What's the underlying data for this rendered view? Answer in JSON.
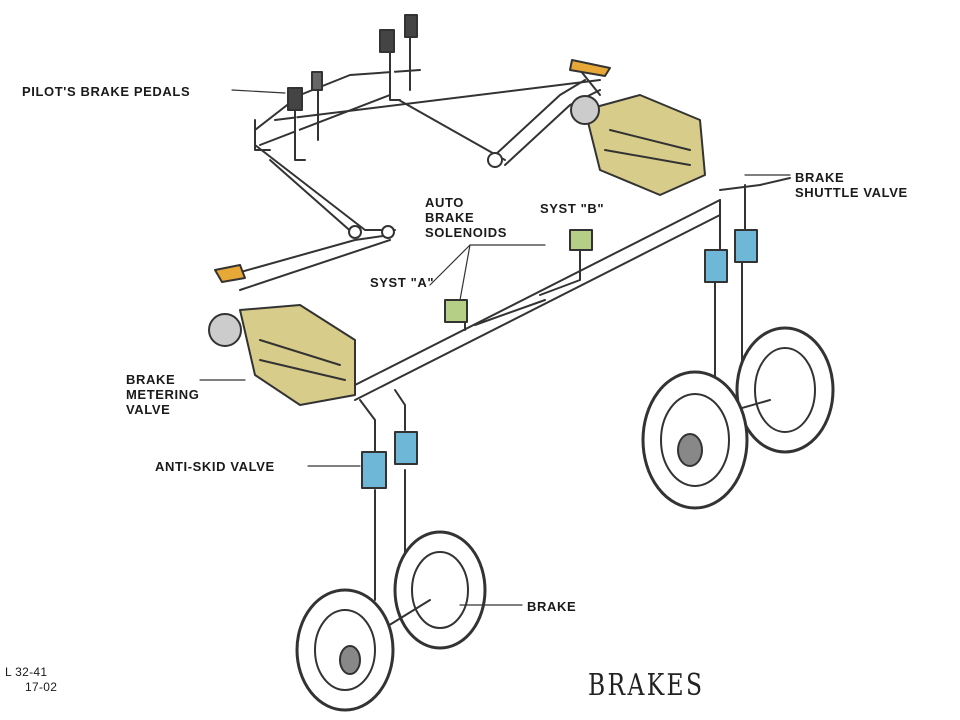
{
  "labels": {
    "pilots_brake_pedals": "PILOT'S BRAKE PEDALS",
    "auto_brake_solenoids": [
      "AUTO",
      "BRAKE",
      "SOLENOIDS"
    ],
    "syst_b": "SYST \"B\"",
    "syst_a": "SYST \"A\"",
    "brake_shuttle_valve": [
      "BRAKE",
      "SHUTTLE VALVE"
    ],
    "brake_metering_valve": [
      "BRAKE",
      "METERING",
      "VALVE"
    ],
    "anti_skid_valve": "ANTI-SKID VALVE",
    "brake": "BRAKE"
  },
  "figure_ref": [
    "L  32-41",
    "17-02"
  ],
  "title": "BRAKES",
  "colors": {
    "metering_valve": "#d8cc8a",
    "solenoid": "#b6cf86",
    "anti_skid_valve": "#6fb7d6",
    "pedal": "#e8a838",
    "line": "#333333"
  }
}
